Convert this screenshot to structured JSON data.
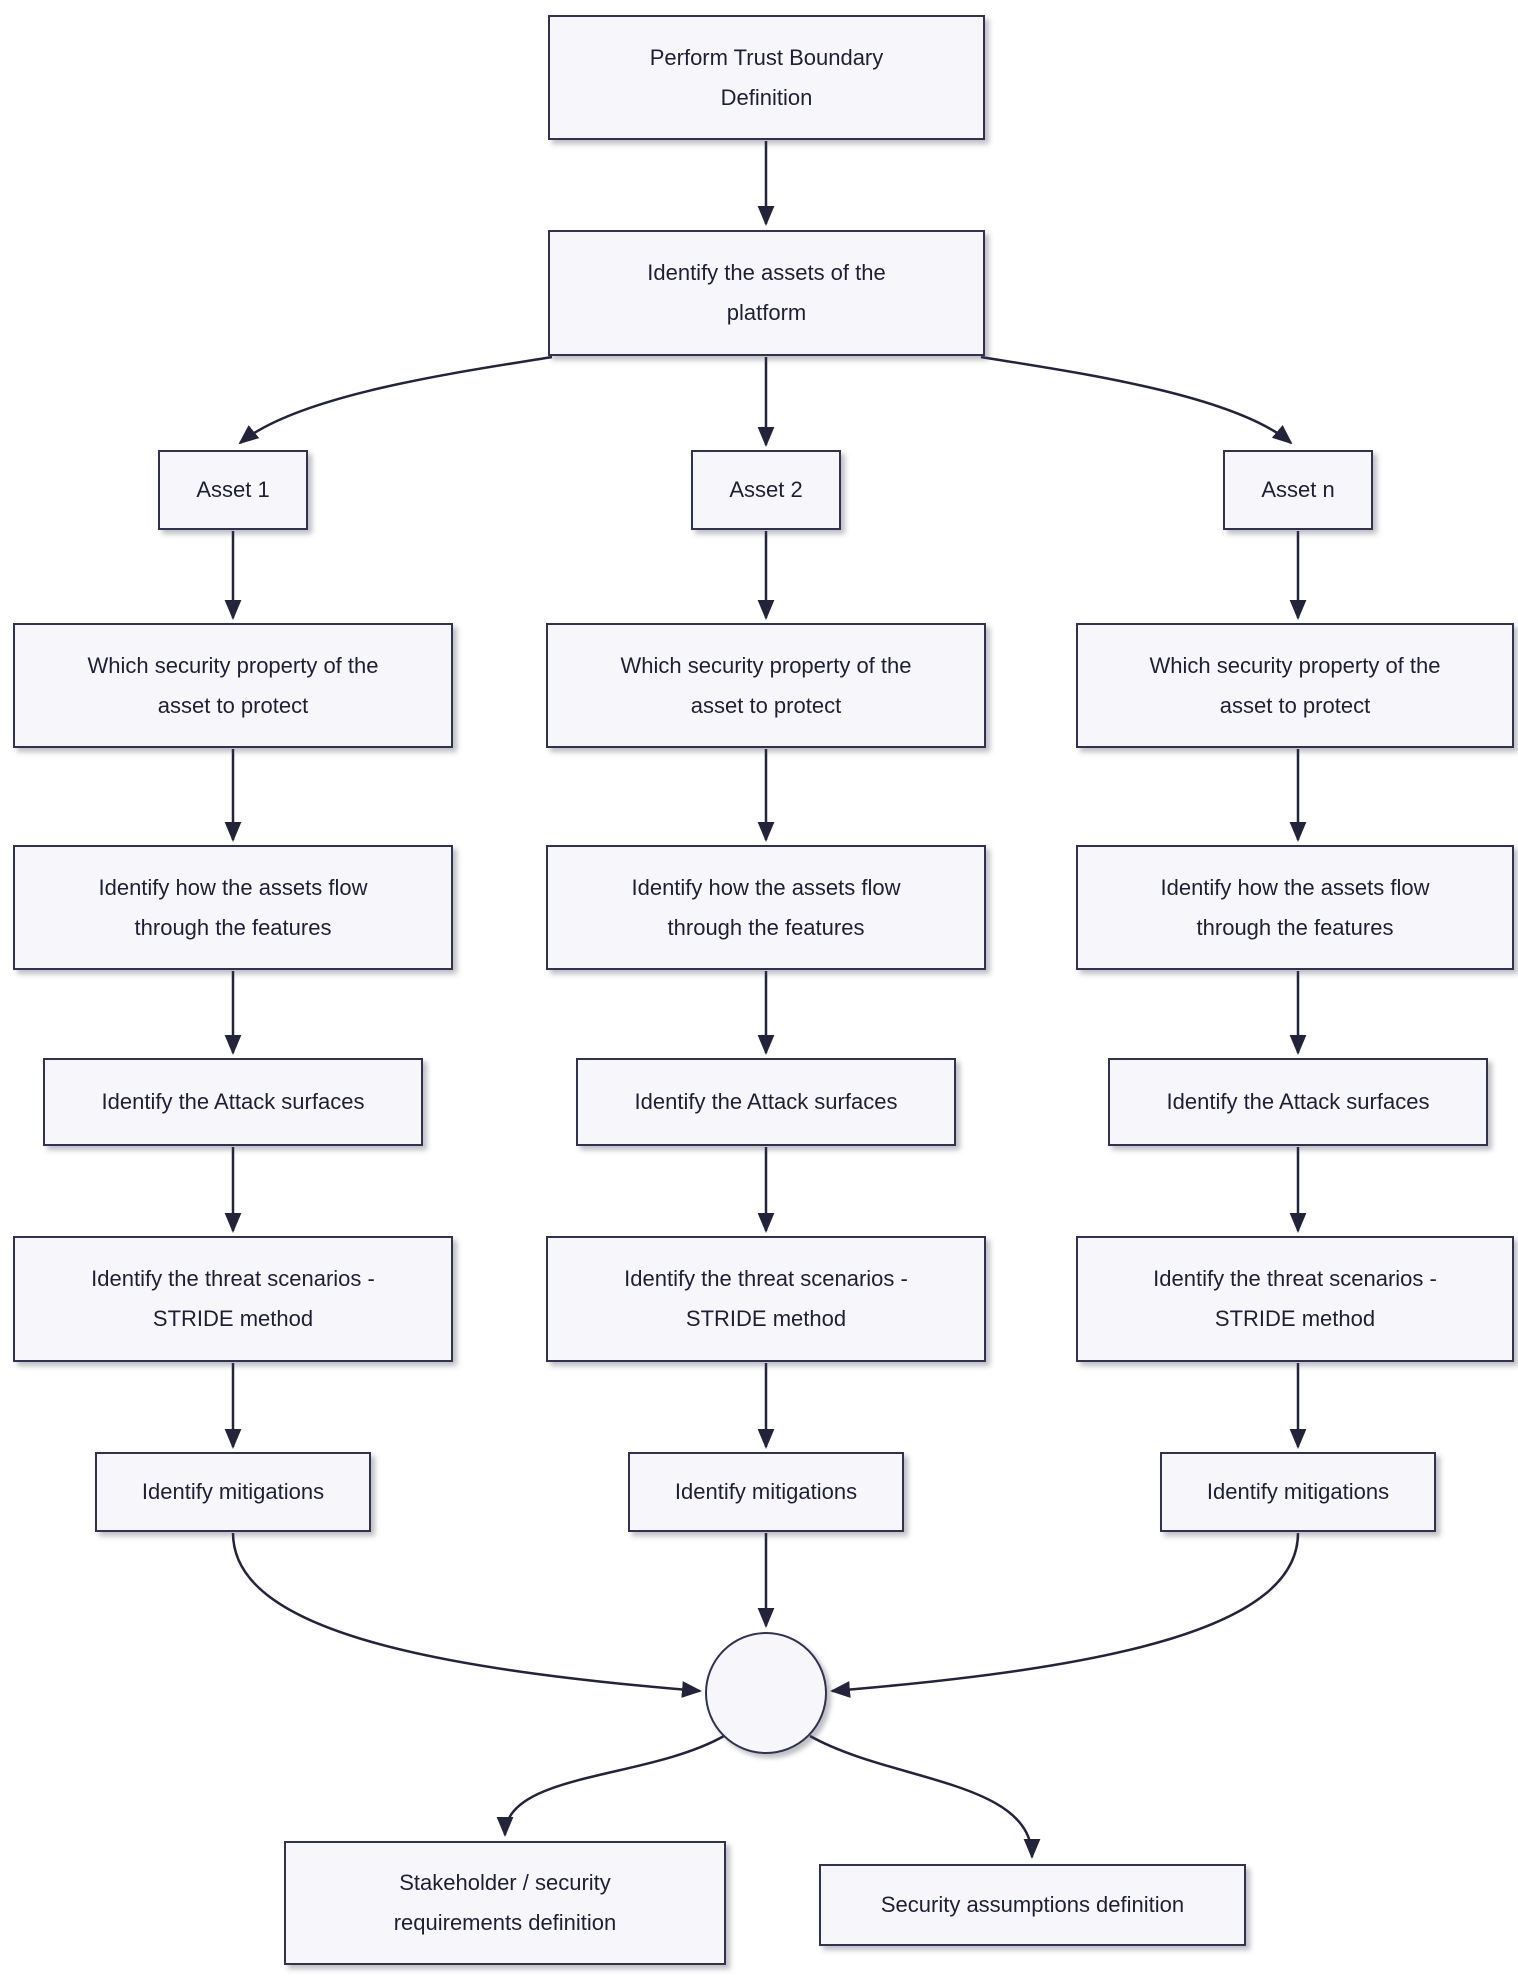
{
  "colors": {
    "node-border": "#32324e",
    "node-fill": "#f7f7fb",
    "node-text": "#1f1f33",
    "arrow-color": "#23233a"
  },
  "nodes": {
    "trust_boundary": {
      "line1": "Perform Trust Boundary",
      "line2": "Definition"
    },
    "identify_assets": {
      "line1": "Identify the assets of the",
      "line2": "platform"
    },
    "asset_1": {
      "label": "Asset 1"
    },
    "asset_2": {
      "label": "Asset 2"
    },
    "asset_n": {
      "label": "Asset n"
    },
    "security_property": {
      "line1": "Which security property of the",
      "line2": "asset to protect"
    },
    "assets_flow": {
      "line1": "Identify how the assets flow",
      "line2": "through the features"
    },
    "attack_surfaces": {
      "label": "Identify the Attack surfaces"
    },
    "threat_scenarios": {
      "line1": "Identify the threat scenarios -",
      "line2": "STRIDE method"
    },
    "mitigations": {
      "label": "Identify mitigations"
    },
    "stakeholder_requirements": {
      "line1": "Stakeholder / security",
      "line2": "requirements definition"
    },
    "security_assumptions": {
      "label": "Security assumptions definition"
    }
  }
}
